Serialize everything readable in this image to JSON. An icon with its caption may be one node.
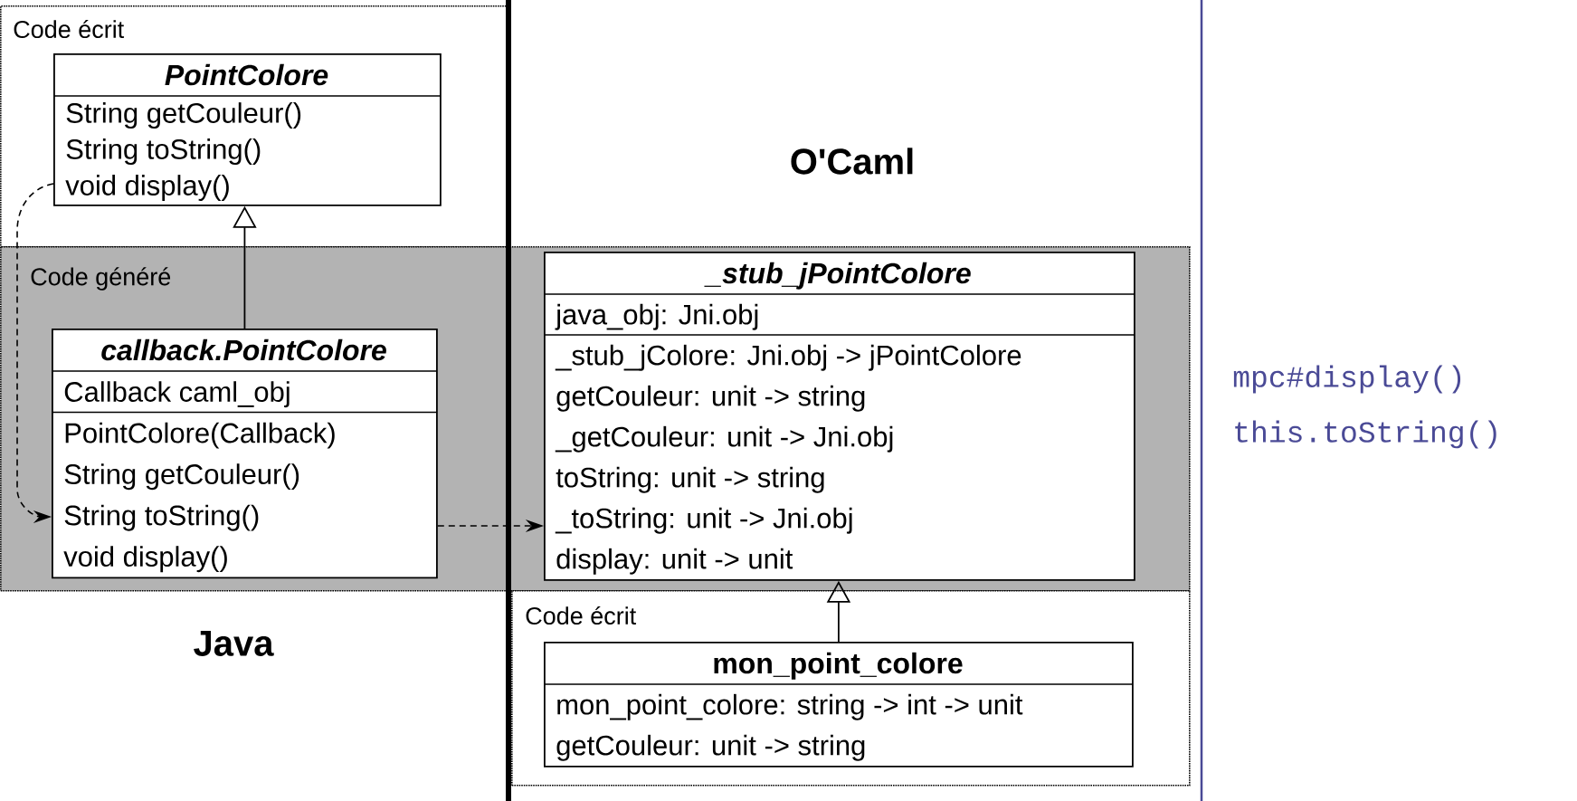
{
  "diagram": {
    "nodes": [
      {
        "text": [
          "Code écrit"
        ]
      },
      {
        "text": [
          "PointColore",
          "String getCouleur()",
          "String toString()",
          "void display()"
        ],
        "in": 0
      },
      {
        "text": [
          "Code généré"
        ]
      },
      {
        "text": [
          "callback.PointColore",
          "Callback caml_obj",
          "PointColore(Callback)",
          "String getCouleur()",
          "String toString()",
          "void display()"
        ],
        "in": 2
      },
      {
        "text": [
          "_stub_jPointColore",
          "java_obj: Jni.obj",
          "_stub_jColore: Jni.obj -> jPointColore",
          "getCouleur: unit -> string",
          "_getCouleur: unit -> Jni.obj",
          "toString: unit -> string",
          "_toString: unit -> Jni.obj",
          "display: unit -> unit"
        ],
        "in": 2
      },
      {
        "text": [
          "Code écrit"
        ]
      },
      {
        "text": [
          "mon_point_colore",
          "mon_point_colore: string -> int -> unit",
          "getCouleur: unit -> string"
        ],
        "in": 5
      }
    ],
    "edges": [
      {
        "from": 3,
        "to": 1,
        "arrow": "to"
      },
      {
        "from": 6,
        "to": 4,
        "arrow": "to"
      },
      {
        "from": 1,
        "to": 3,
        "arrow": "to",
        "style": "dashed"
      },
      {
        "from": 3,
        "to": 4,
        "arrow": "to",
        "style": "dashed"
      }
    ],
    "labels": [
      "O'Caml",
      "mpc#display()",
      "this.toString()",
      "Java"
    ]
  }
}
